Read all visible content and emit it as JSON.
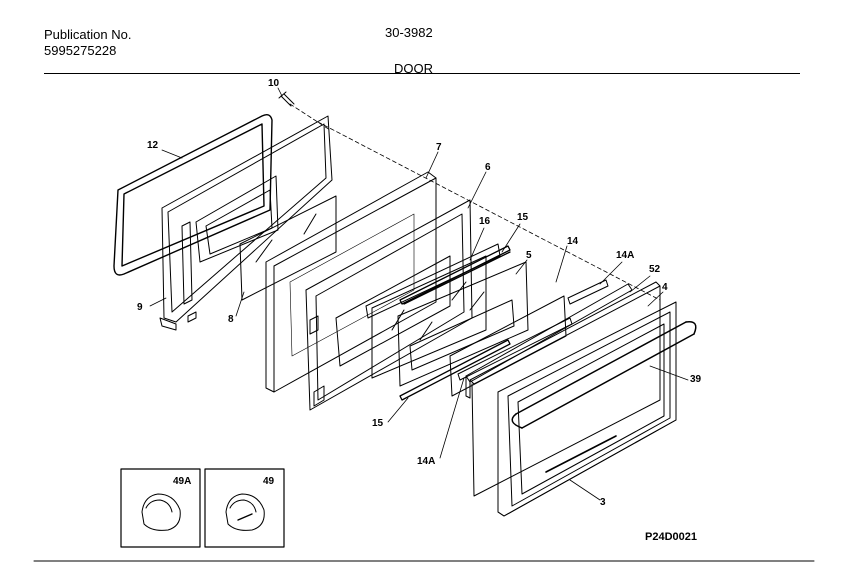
{
  "header": {
    "publication_label": "Publication No.",
    "publication_number": "5995275228",
    "model": "30-3982",
    "section_title": "DOOR"
  },
  "callouts": {
    "p10": "10",
    "p12": "12",
    "p7": "7",
    "p6": "6",
    "p16": "16",
    "p15a": "15",
    "p14": "14",
    "p5": "5",
    "p14a_top": "14A",
    "p52": "52",
    "p4": "4",
    "p39": "39",
    "p9": "9",
    "p8": "8",
    "p15b": "15",
    "p14a_bottom": "14A",
    "p3": "3",
    "p49a": "49A",
    "p49": "49"
  },
  "footer": {
    "drawing_code": "P24D0021"
  }
}
